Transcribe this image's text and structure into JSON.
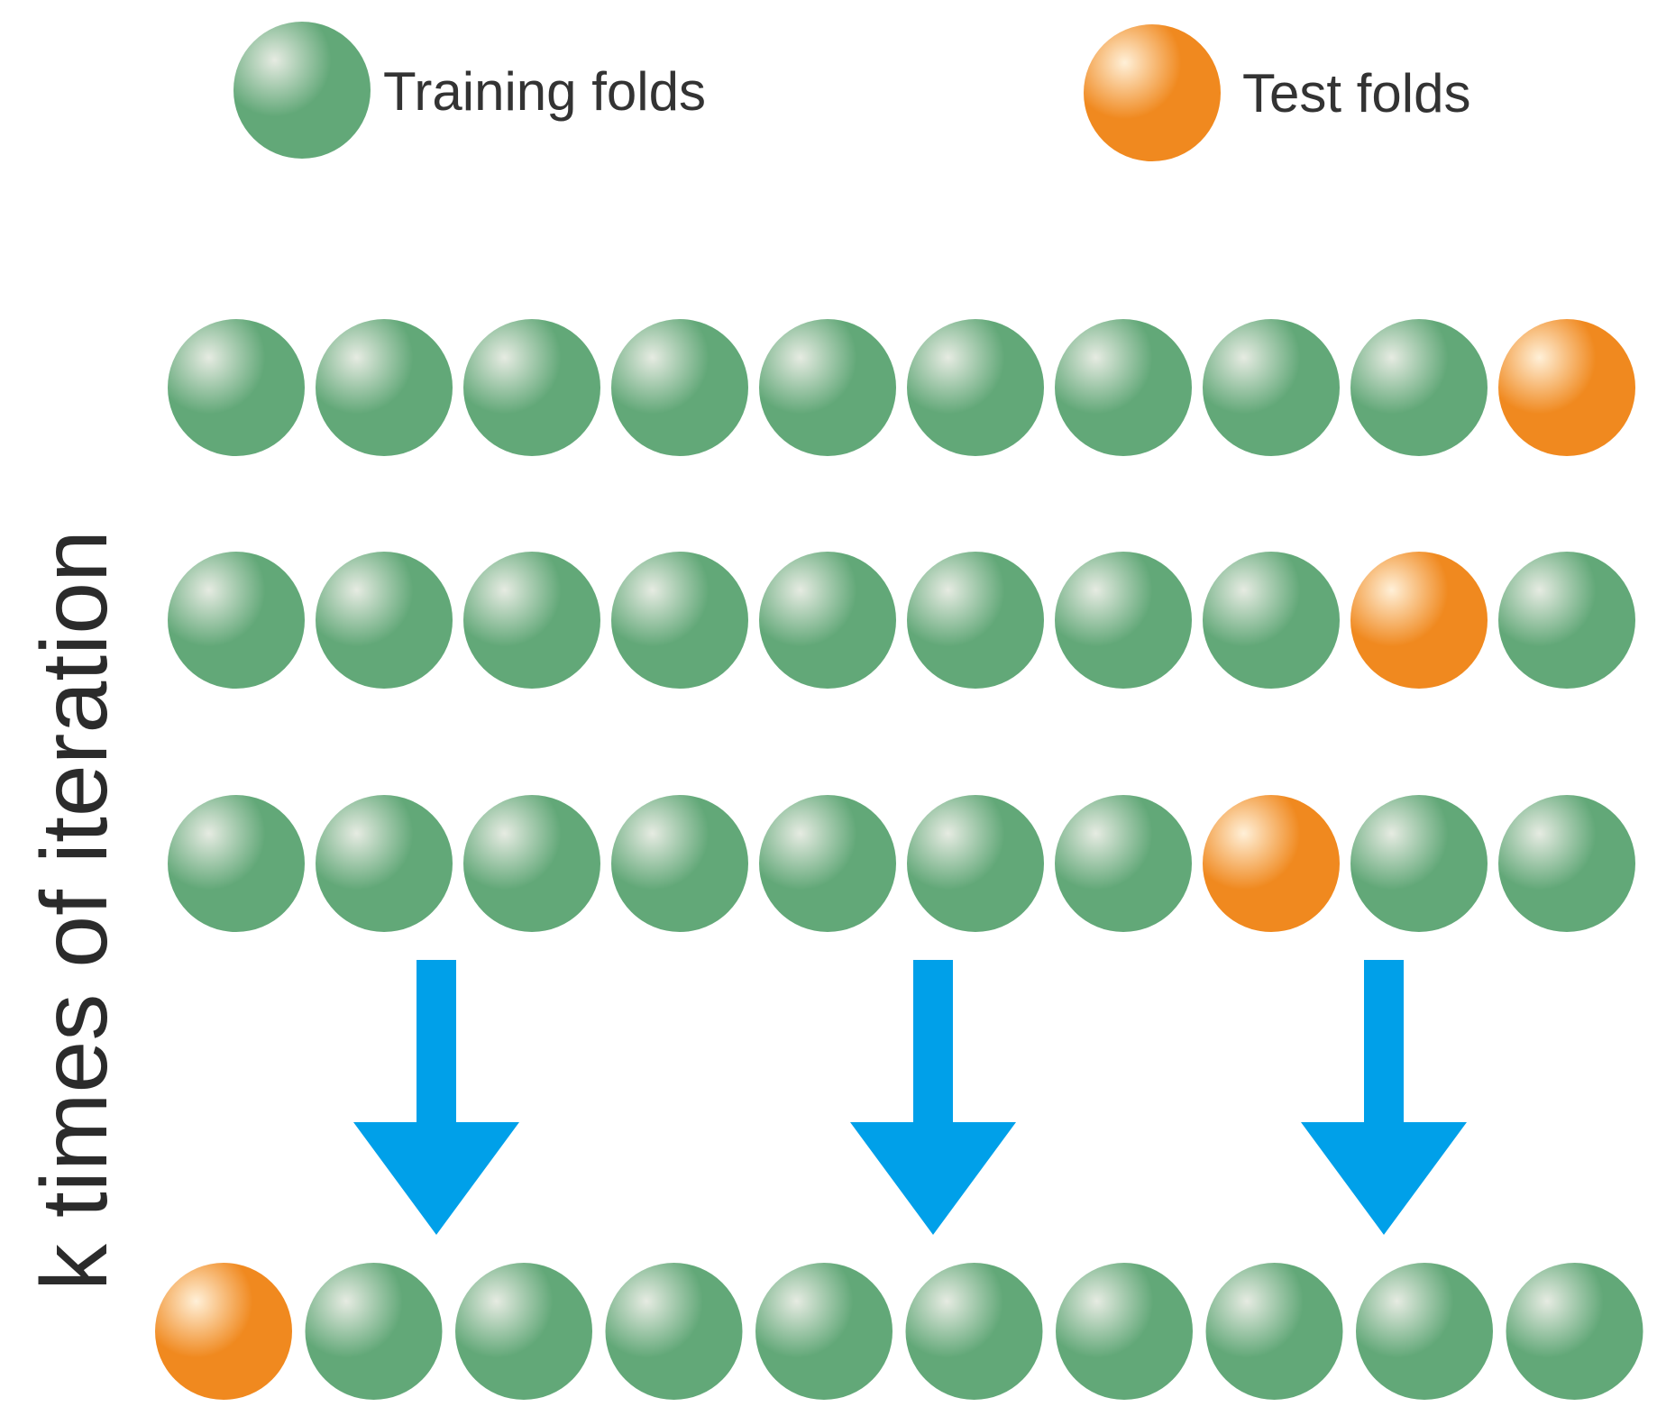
{
  "legend": {
    "training_label": "Training folds",
    "test_label": "Test folds"
  },
  "axis": {
    "label": "k times of iteration"
  },
  "colors": {
    "training": "#62a878",
    "training_highlight": "#e6ebe2",
    "test": "#f0891f",
    "test_highlight": "#fff0d8",
    "arrow": "#00a0e9",
    "text": "#333333"
  },
  "folds_per_row": 10,
  "rows": [
    {
      "test_index": 9
    },
    {
      "test_index": 8
    },
    {
      "test_index": 7
    },
    {
      "test_index": 0
    }
  ],
  "arrow_count": 3
}
